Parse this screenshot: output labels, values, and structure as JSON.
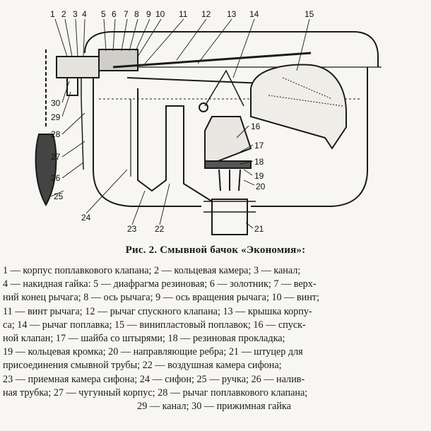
{
  "figure": {
    "callouts": [
      "1",
      "2",
      "3",
      "4",
      "5",
      "6",
      "7",
      "8",
      "9",
      "10",
      "11",
      "12",
      "13",
      "14",
      "15",
      "16",
      "17",
      "18",
      "19",
      "20",
      "21",
      "22",
      "23",
      "24",
      "25",
      "26",
      "27",
      "28",
      "29",
      "30"
    ]
  },
  "caption": "Рис. 2. Смывной бачок «Экономия»:",
  "legend_lines": [
    "1 — корпус поплавкового клапана; 2 — кольцевая камера; 3 — канал;",
    "4 — накидная гайка: 5 — диафрагма резиновая; 6 — золотник; 7 — верх-",
    "ний конец рычага; 8 — ось рычага; 9 — ось вращения рычага; 10 — винт;",
    "11 — винт рычага; 12 — рычаг спускного клапана; 13 — крышка корпу-",
    "са; 14 — рычаг поплавка; 15 — винипластовый поплавок; 16 — спуск-",
    "ной клапан; 17 — шайба со штырями; 18 — резиновая прокладка;",
    "19 — кольцевая кромка; 20 — направляющие ребра; 21 — штуцер для",
    "присоединения смывной трубы; 22 — воздушная камера сифона;",
    "23 — приемная камера сифона; 24 — сифон; 25 — ручка; 26 — налив-",
    "ная трубка; 27 — чугунный корпус; 28 — рычаг поплавкового клапана;",
    "29 — канал; 30 — прижимная гайка"
  ]
}
